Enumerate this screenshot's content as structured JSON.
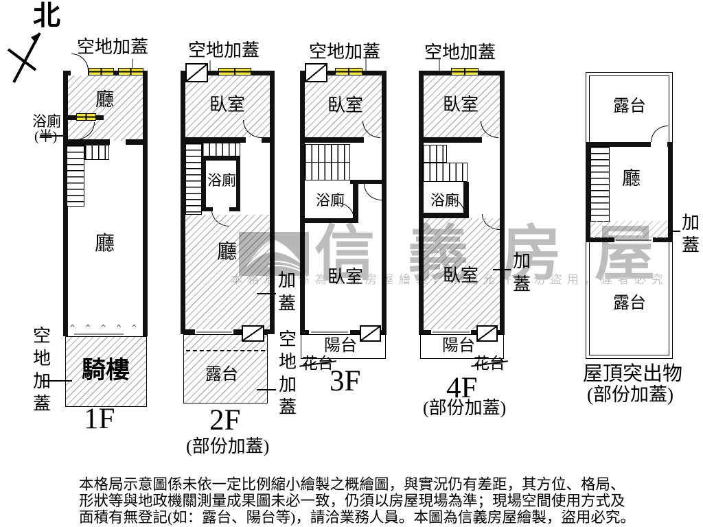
{
  "compass": {
    "north": "北"
  },
  "floors": {
    "f1": {
      "top_label": "空地加蓋",
      "hall_top": "廳",
      "bath": "浴廁",
      "bath_half": "(半)",
      "hall": "廳",
      "open_marks": "^ ^ ^ ^ ^",
      "left_label": "空地加蓋",
      "arcade": "騎樓",
      "name": "1F"
    },
    "f2": {
      "top_label": "空地加蓋",
      "bedroom": "臥室",
      "bath": "浴廁",
      "hall": "廳",
      "annex": "加蓋",
      "terrace": "露台",
      "right_label": "空地加蓋",
      "name": "2F",
      "note": "(部份加蓋)"
    },
    "f3": {
      "top_label": "空地加蓋",
      "bedroom_top": "臥室",
      "bath": "浴廁",
      "bedroom": "臥室",
      "balcony": "陽台",
      "planter": "花台",
      "name": "3F"
    },
    "f4": {
      "top_label": "空地加蓋",
      "bedroom_top": "臥室",
      "bath": "浴廁",
      "bedroom": "臥室",
      "annex": "加蓋",
      "balcony": "陽台",
      "planter": "花台",
      "name": "4F",
      "note": "(部份加蓋)"
    },
    "roof": {
      "terrace_top": "露台",
      "hall": "廳",
      "annex": "加蓋",
      "terrace_bottom": "露台",
      "name": "屋頂突出物",
      "note": "(部份加蓋)"
    }
  },
  "watermark": {
    "brand": "信義房屋",
    "notice": "本格局圖係為信義房屋繪製，未經允許請勿盜用，違者必究"
  },
  "disclaimer": {
    "line1": "本格局示意圖係未依一定比例縮小繪製之概繪圖，與實況仍有差距，其方位、格局、",
    "line2": "形狀等與地政機關測量成果圖未必一致，仍須以房屋現場為準；現場空間使用方式及",
    "line3": "面積有無登記(如：露台、陽台等)，請洽業務人員。本圖為信義房屋繪製，盜用必究。"
  },
  "colors": {
    "wall": "#111111",
    "window_fill": "#f2e63e",
    "hatch": "#b0b0b0",
    "watermark_gray": "#bdbdbd"
  }
}
